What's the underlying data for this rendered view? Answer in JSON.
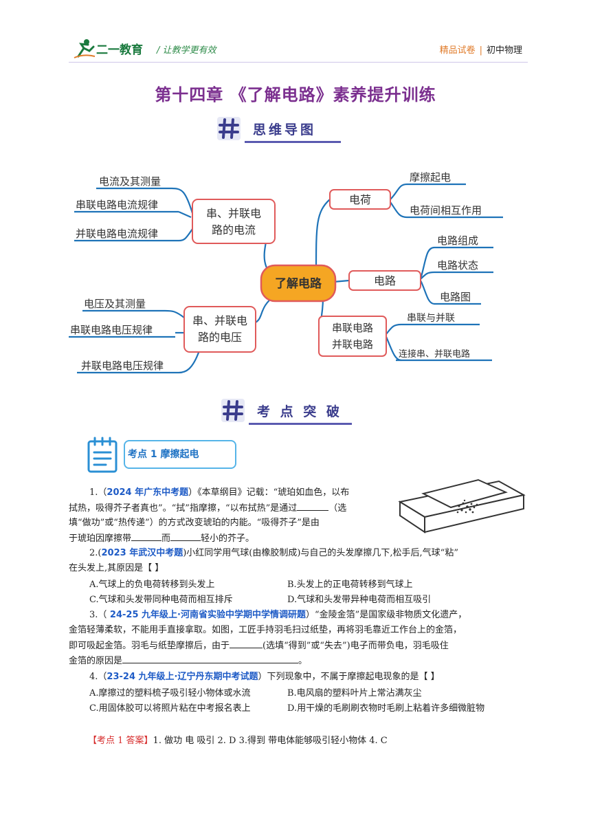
{
  "header": {
    "logo_text": "二一教育",
    "slogan": "/  让教学更有效",
    "tag_left": "精品试卷",
    "tag_sep": "|",
    "tag_right": "初中物理"
  },
  "title": "第十四章  《了解电路》素养提升训练",
  "section1": "思维导图",
  "section2": "考 点 突 破",
  "mindmap": {
    "center": "了解电路",
    "left_current": "串、并联电\n路的电流",
    "left_current_items": [
      "电流及其测量",
      "串联电路电流规律",
      "并联电路电流规律"
    ],
    "left_voltage": "串、并联电\n路的电压",
    "left_voltage_items": [
      "电压及其测量",
      "串联电路电压规律",
      "并联电路电压规律"
    ],
    "charge": "电荷",
    "charge_items": [
      "摩擦起电",
      "电荷间相互作用"
    ],
    "circuit": "电路",
    "circuit_items": [
      "电路组成",
      "电路状态",
      "电路图"
    ],
    "series": "串联电路\n并联电路",
    "series_items": [
      "串联与并联",
      "连接串、并联电路"
    ]
  },
  "kaodian1": "考点 1  摩擦起电",
  "q1": {
    "num": "1.（",
    "src": "2024 年广东中考题",
    "l1": "）《本草纲目》记载：“琥珀如血色，以布",
    "l2a": "拭热，吸得芥子者真也”。“拭”指摩擦，“以布拭热”是通过",
    "l2b": "（选",
    "l3": "填“做功”或“热传递”）的方式改变琥珀的内能。“吸得芥子”是由",
    "l4a": "于琥珀因摩擦带",
    "l4b": "而",
    "l4c": "轻小的芥子。"
  },
  "q2": {
    "num": "2.(",
    "src": "2023 年武汉中考题",
    "l1": ")小红同学用气球(由橡胶制成)与自己的头发摩擦几下,松手后,气球“粘”",
    "l2": "在头发上,其原因是【        】",
    "A": "A.气球上的负电荷转移到头发上",
    "B": "B.头发上的正电荷转移到气球上",
    "C": "C.气球和头发带同种电荷而相互排斥",
    "D": "D.气球和头发带异种电荷而相互吸引"
  },
  "q3": {
    "num": "3.（",
    "src": " 24-25 九年级上·河南省实验中学期中学情调研题",
    "l1": "）“金陵金箔”是国家级非物质文化遗产，",
    "l2": "金箔轻薄柔软，不能用手直接拿取。如图，工匠手持羽毛扫过纸垫，再将羽毛靠近工作台上的金箔，",
    "l3a": "即可吸起金箔。羽毛与纸垫摩擦后，由于",
    "l3b": "(选填“得到”或“失去”)电子而带负电，羽毛吸住",
    "l4a": "金箔的原因是",
    "l4b": "。"
  },
  "q4": {
    "num": "4.（",
    "src": "23-24 九年级上·辽宁丹东期中考试题",
    "l1": "）下列现象中，不属于摩擦起电现象的是【        】",
    "A": "A.摩擦过的塑料梳子吸引轻小物体或水流",
    "B": "B.电风扇的塑料叶片上常沾满灰尘",
    "C": "C.用固体胶可以将照片粘在中考报名表上",
    "D": "D.用干燥的毛刷刷衣物时毛刷上粘着许多细微脏物"
  },
  "answer": {
    "label": "【考点 1 答案】",
    "text": "1. 做功  电   吸引     2. D      3.得到   带电体能够吸引轻小物体      4. C"
  },
  "colors": {
    "title": "#7b2f8f",
    "accent_blue": "#1e5bc6",
    "mind_border": "#e05a5a",
    "mind_line": "#1e73b8",
    "center_fill": "#f5a623"
  }
}
